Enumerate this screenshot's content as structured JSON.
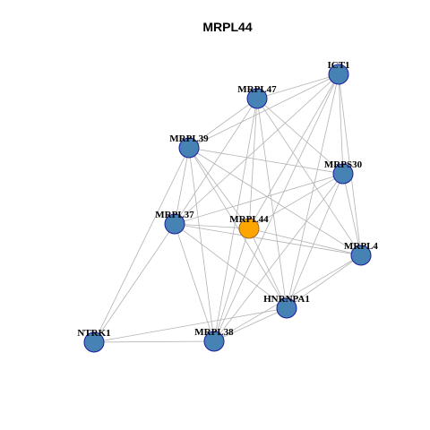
{
  "title": "MRPL44",
  "colors": {
    "node_fill": "#4682B4",
    "node_stroke": "#1a1aa0",
    "focus_fill": "#FFA500",
    "focus_stroke": "#a0692a",
    "edge": "#b3b3b3"
  },
  "nodes": [
    {
      "id": "ICT1",
      "label": "ICT1",
      "focus": false
    },
    {
      "id": "MRPL47",
      "label": "MRPL47",
      "focus": false
    },
    {
      "id": "MRPL39",
      "label": "MRPL39",
      "focus": false
    },
    {
      "id": "MRPS30",
      "label": "MRPS30",
      "focus": false
    },
    {
      "id": "MRPL37",
      "label": "MRPL37",
      "focus": false
    },
    {
      "id": "MRPL44",
      "label": "MRPL44",
      "focus": true
    },
    {
      "id": "MRPL4",
      "label": "MRPL4",
      "focus": false
    },
    {
      "id": "HNRNPA1",
      "label": "HNRNPA1",
      "focus": false
    },
    {
      "id": "NTRK1",
      "label": "NTRK1",
      "focus": false
    },
    {
      "id": "MRPL38",
      "label": "MRPL38",
      "focus": false
    }
  ],
  "edges": [
    [
      "ICT1",
      "MRPL47"
    ],
    [
      "ICT1",
      "MRPL39"
    ],
    [
      "ICT1",
      "MRPS30"
    ],
    [
      "ICT1",
      "MRPL37"
    ],
    [
      "ICT1",
      "MRPL44"
    ],
    [
      "ICT1",
      "MRPL4"
    ],
    [
      "ICT1",
      "HNRNPA1"
    ],
    [
      "ICT1",
      "MRPL38"
    ],
    [
      "MRPL47",
      "MRPL39"
    ],
    [
      "MRPL47",
      "MRPS30"
    ],
    [
      "MRPL47",
      "MRPL37"
    ],
    [
      "MRPL47",
      "MRPL44"
    ],
    [
      "MRPL47",
      "MRPL4"
    ],
    [
      "MRPL47",
      "HNRNPA1"
    ],
    [
      "MRPL47",
      "MRPL38"
    ],
    [
      "MRPL39",
      "MRPS30"
    ],
    [
      "MRPL39",
      "MRPL37"
    ],
    [
      "MRPL39",
      "MRPL44"
    ],
    [
      "MRPL39",
      "MRPL4"
    ],
    [
      "MRPL39",
      "HNRNPA1"
    ],
    [
      "MRPL39",
      "NTRK1"
    ],
    [
      "MRPL39",
      "MRPL38"
    ],
    [
      "MRPS30",
      "MRPL37"
    ],
    [
      "MRPS30",
      "MRPL44"
    ],
    [
      "MRPS30",
      "MRPL4"
    ],
    [
      "MRPS30",
      "HNRNPA1"
    ],
    [
      "MRPS30",
      "MRPL38"
    ],
    [
      "MRPL37",
      "MRPL44"
    ],
    [
      "MRPL37",
      "MRPL4"
    ],
    [
      "MRPL37",
      "HNRNPA1"
    ],
    [
      "MRPL37",
      "NTRK1"
    ],
    [
      "MRPL37",
      "MRPL38"
    ],
    [
      "MRPL44",
      "MRPL4"
    ],
    [
      "MRPL44",
      "HNRNPA1"
    ],
    [
      "MRPL44",
      "MRPL38"
    ],
    [
      "MRPL4",
      "HNRNPA1"
    ],
    [
      "MRPL4",
      "MRPL38"
    ],
    [
      "HNRNPA1",
      "NTRK1"
    ],
    [
      "HNRNPA1",
      "MRPL38"
    ],
    [
      "NTRK1",
      "MRPL38"
    ]
  ]
}
